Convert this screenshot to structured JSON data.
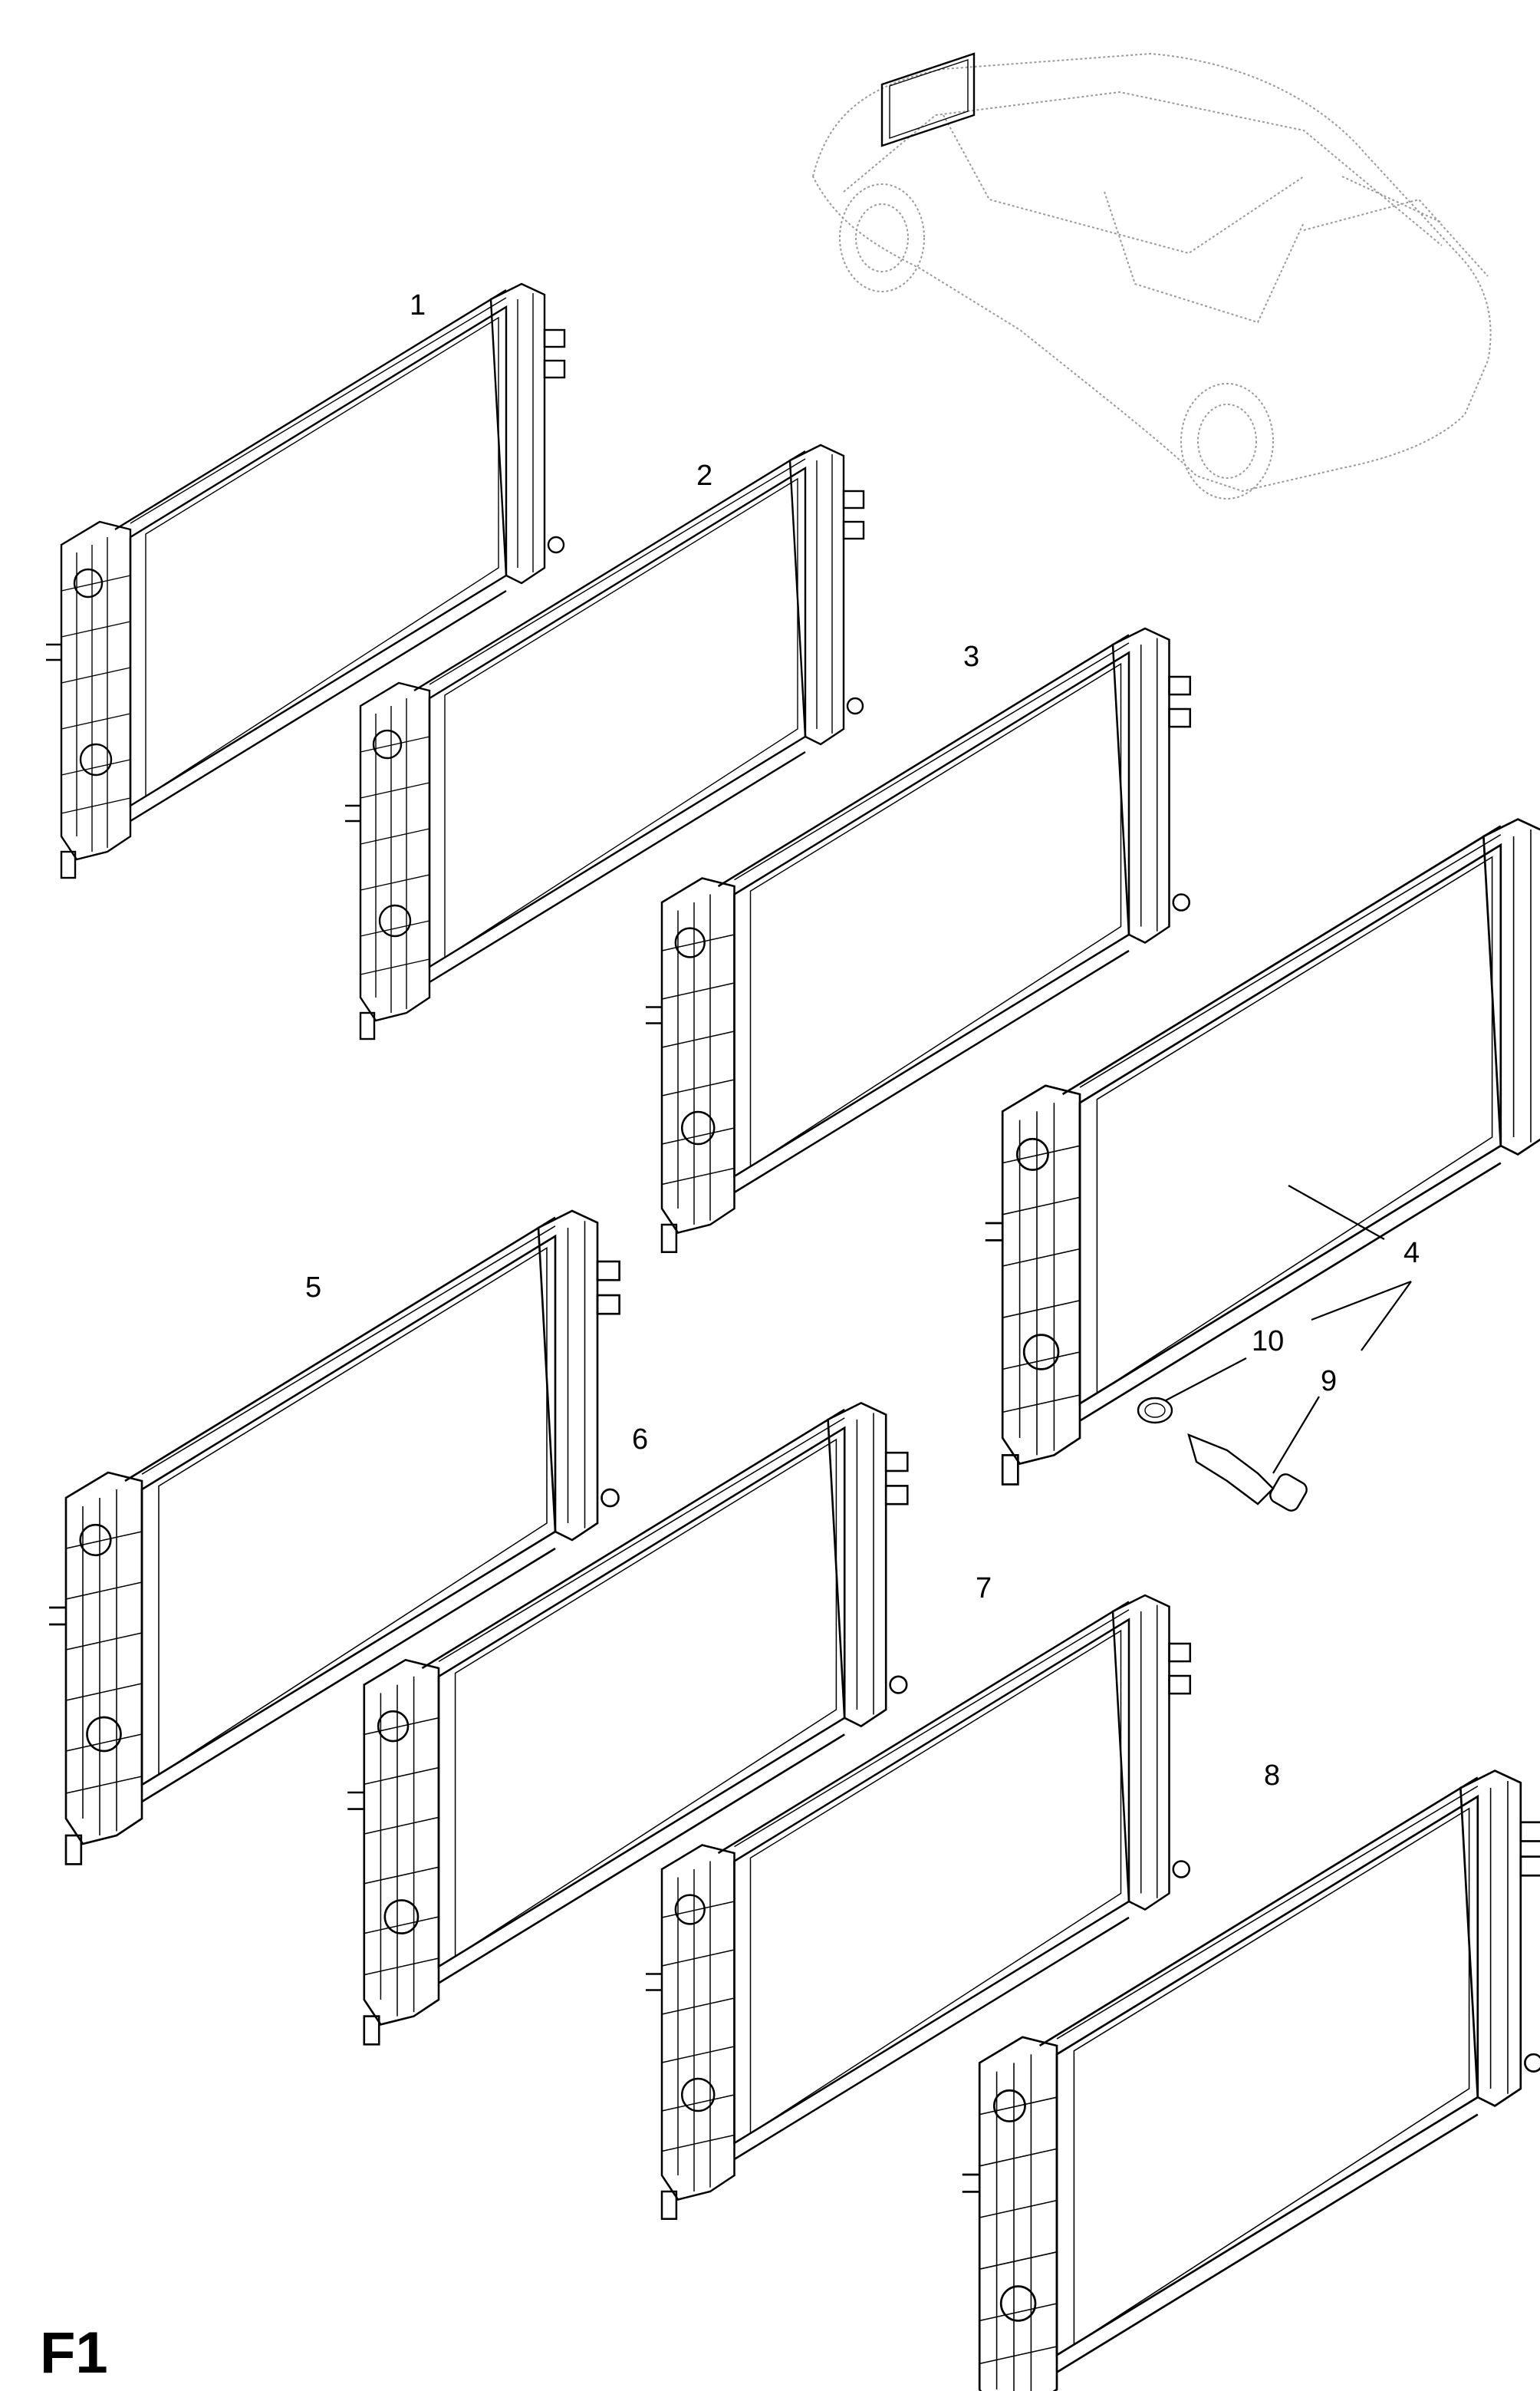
{
  "figure_code": "F1",
  "parts": [
    {
      "callout": "1"
    },
    {
      "callout": "2"
    },
    {
      "callout": "3"
    },
    {
      "callout": "4"
    },
    {
      "callout": "5"
    },
    {
      "callout": "6"
    },
    {
      "callout": "7"
    },
    {
      "callout": "8"
    },
    {
      "callout": "9"
    },
    {
      "callout": "10"
    }
  ],
  "icons": {
    "radiator": "radiator-icon",
    "vehicle": "hatchback-car-icon",
    "drain_plug": "drain-plug-icon",
    "seal_ring": "seal-ring-icon"
  },
  "colors": {
    "line": "#000000",
    "vehicle_ghost": "#9a9a9a",
    "background": "#ffffff"
  }
}
